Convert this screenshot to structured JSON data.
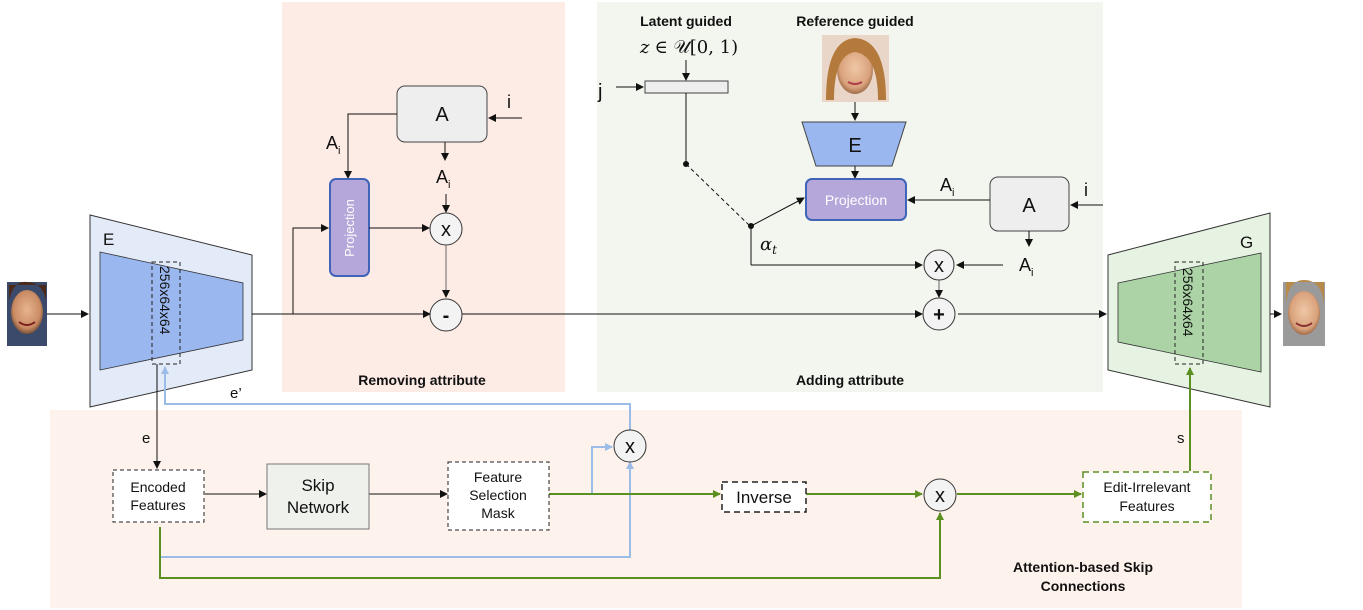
{
  "regions": {
    "removing_label": "Removing attribute",
    "adding_label": "Adding attribute",
    "skip_label_line1": "Attention-based Skip",
    "skip_label_line2": "Connections"
  },
  "encoder": {
    "label": "E",
    "feature_size": "256x64x64"
  },
  "generator": {
    "label": "G",
    "feature_size": "256x64x64"
  },
  "removing": {
    "a_block": "A",
    "a_input": "i",
    "a_out_left": "A",
    "a_out_left_sub": "i",
    "a_out_down": "A",
    "a_out_down_sub": "i",
    "projection": "Projection",
    "multiply": "x",
    "subtract": "-"
  },
  "adding": {
    "latent_title": "Latent guided",
    "latent_math_z": "z",
    "latent_math_rest": "∈ 𝒰[0, 1)",
    "j_input": "j",
    "reference_title": "Reference guided",
    "ref_encoder": "E",
    "projection": "Projection",
    "a_block": "A",
    "a_input": "i",
    "a_out_left": "A",
    "a_out_left_sub": "i",
    "a_out_down": "A",
    "a_out_down_sub": "i",
    "alpha": "α",
    "alpha_sub": "t",
    "multiply": "x",
    "add": "+"
  },
  "skip": {
    "e_label": "e",
    "e_prime_label": "e’",
    "s_label": "s",
    "encoded_line1": "Encoded",
    "encoded_line2": "Features",
    "skip_network_line1": "Skip",
    "skip_network_line2": "Network",
    "mask_line1": "Feature",
    "mask_line2": "Selection",
    "mask_line3": "Mask",
    "inverse": "Inverse",
    "multiply_top": "x",
    "multiply_bottom": "x",
    "edit_line1": "Edit-Irrelevant",
    "edit_line2": "Features"
  },
  "colors": {
    "removing_bg": "#fdebe5",
    "adding_bg": "#f2f6ef",
    "skip_bg": "#fdf3ec",
    "encoder_outer": "#e4ebf8",
    "encoder_inner": "#9ab7ef",
    "generator_outer": "#e6f3e3",
    "generator_inner": "#abd3a5",
    "projection_fill": "#b6a7da",
    "projection_stroke": "#3f64b8",
    "a_block_fill": "#eeeeee",
    "blue_line": "#9bbce6",
    "green_line": "#5b8f22"
  }
}
